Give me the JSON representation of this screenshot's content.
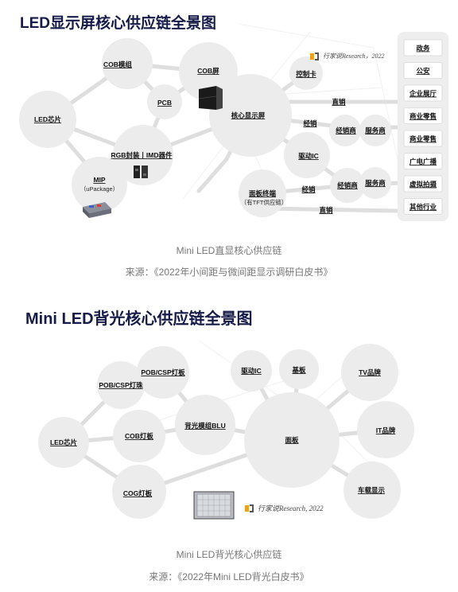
{
  "section1": {
    "title": "LED显示屏核心供应链全景图",
    "watermark": "行家说Research，2022",
    "caption_line1": "Mini LED直显核心供应链",
    "caption_line2": "来源：《2022年小间距与微间距显示调研白皮书》",
    "nodes": {
      "led_chip": "LED芯片",
      "cob_module": "COB模组",
      "pcb": "PCB",
      "cob_screen": "COB屏",
      "core_display": "核心显示屏",
      "control_card": "控制卡",
      "rgb_package": "RGB封装丨IMD器件",
      "mip": "MIP",
      "mip_sub": "（uPackage）",
      "driver_ic": "驱动IC",
      "distributor_1": "经销商",
      "service_1": "服务商",
      "distributor_2": "经销商",
      "service_2": "服务商",
      "panel_terminal": "面板终端",
      "panel_terminal_sub": "（有TFT供应链）"
    },
    "edge_labels": {
      "direct_1": "直销",
      "dist_1": "经销",
      "dist_2": "经销",
      "direct_2": "直销"
    },
    "applications": [
      "政务",
      "公安",
      "企业展厅",
      "商业零售",
      "商业零售",
      "广电广播",
      "虚拟拍摄",
      "其他行业"
    ]
  },
  "section2": {
    "title": "Mini LED背光核心供应链全景图",
    "watermark": "行家说Research, 2022",
    "caption_line1": "Mini LED背光核心供应链",
    "caption_line2": "来源：《2022年Mini LED背光白皮书》",
    "nodes": {
      "led_chip": "LED芯片",
      "pob_csp_bead": "POB/CSP灯珠",
      "pob_csp_board": "POB/CSP灯板",
      "cob_board": "COB灯板",
      "cog_board": "COG灯板",
      "blu": "背光模组BLU",
      "driver_ic": "驱动IC",
      "substrate": "基板",
      "panel": "面板",
      "tv_brand": "TV品牌",
      "it_brand": "IT品牌",
      "auto_display": "车载显示"
    }
  },
  "colors": {
    "title": "#161b4a",
    "circle": "#ececec",
    "edge": "#dedede",
    "panel_bg": "#eeeeee",
    "caption": "#777777",
    "logo_orange": "#f0a020"
  }
}
